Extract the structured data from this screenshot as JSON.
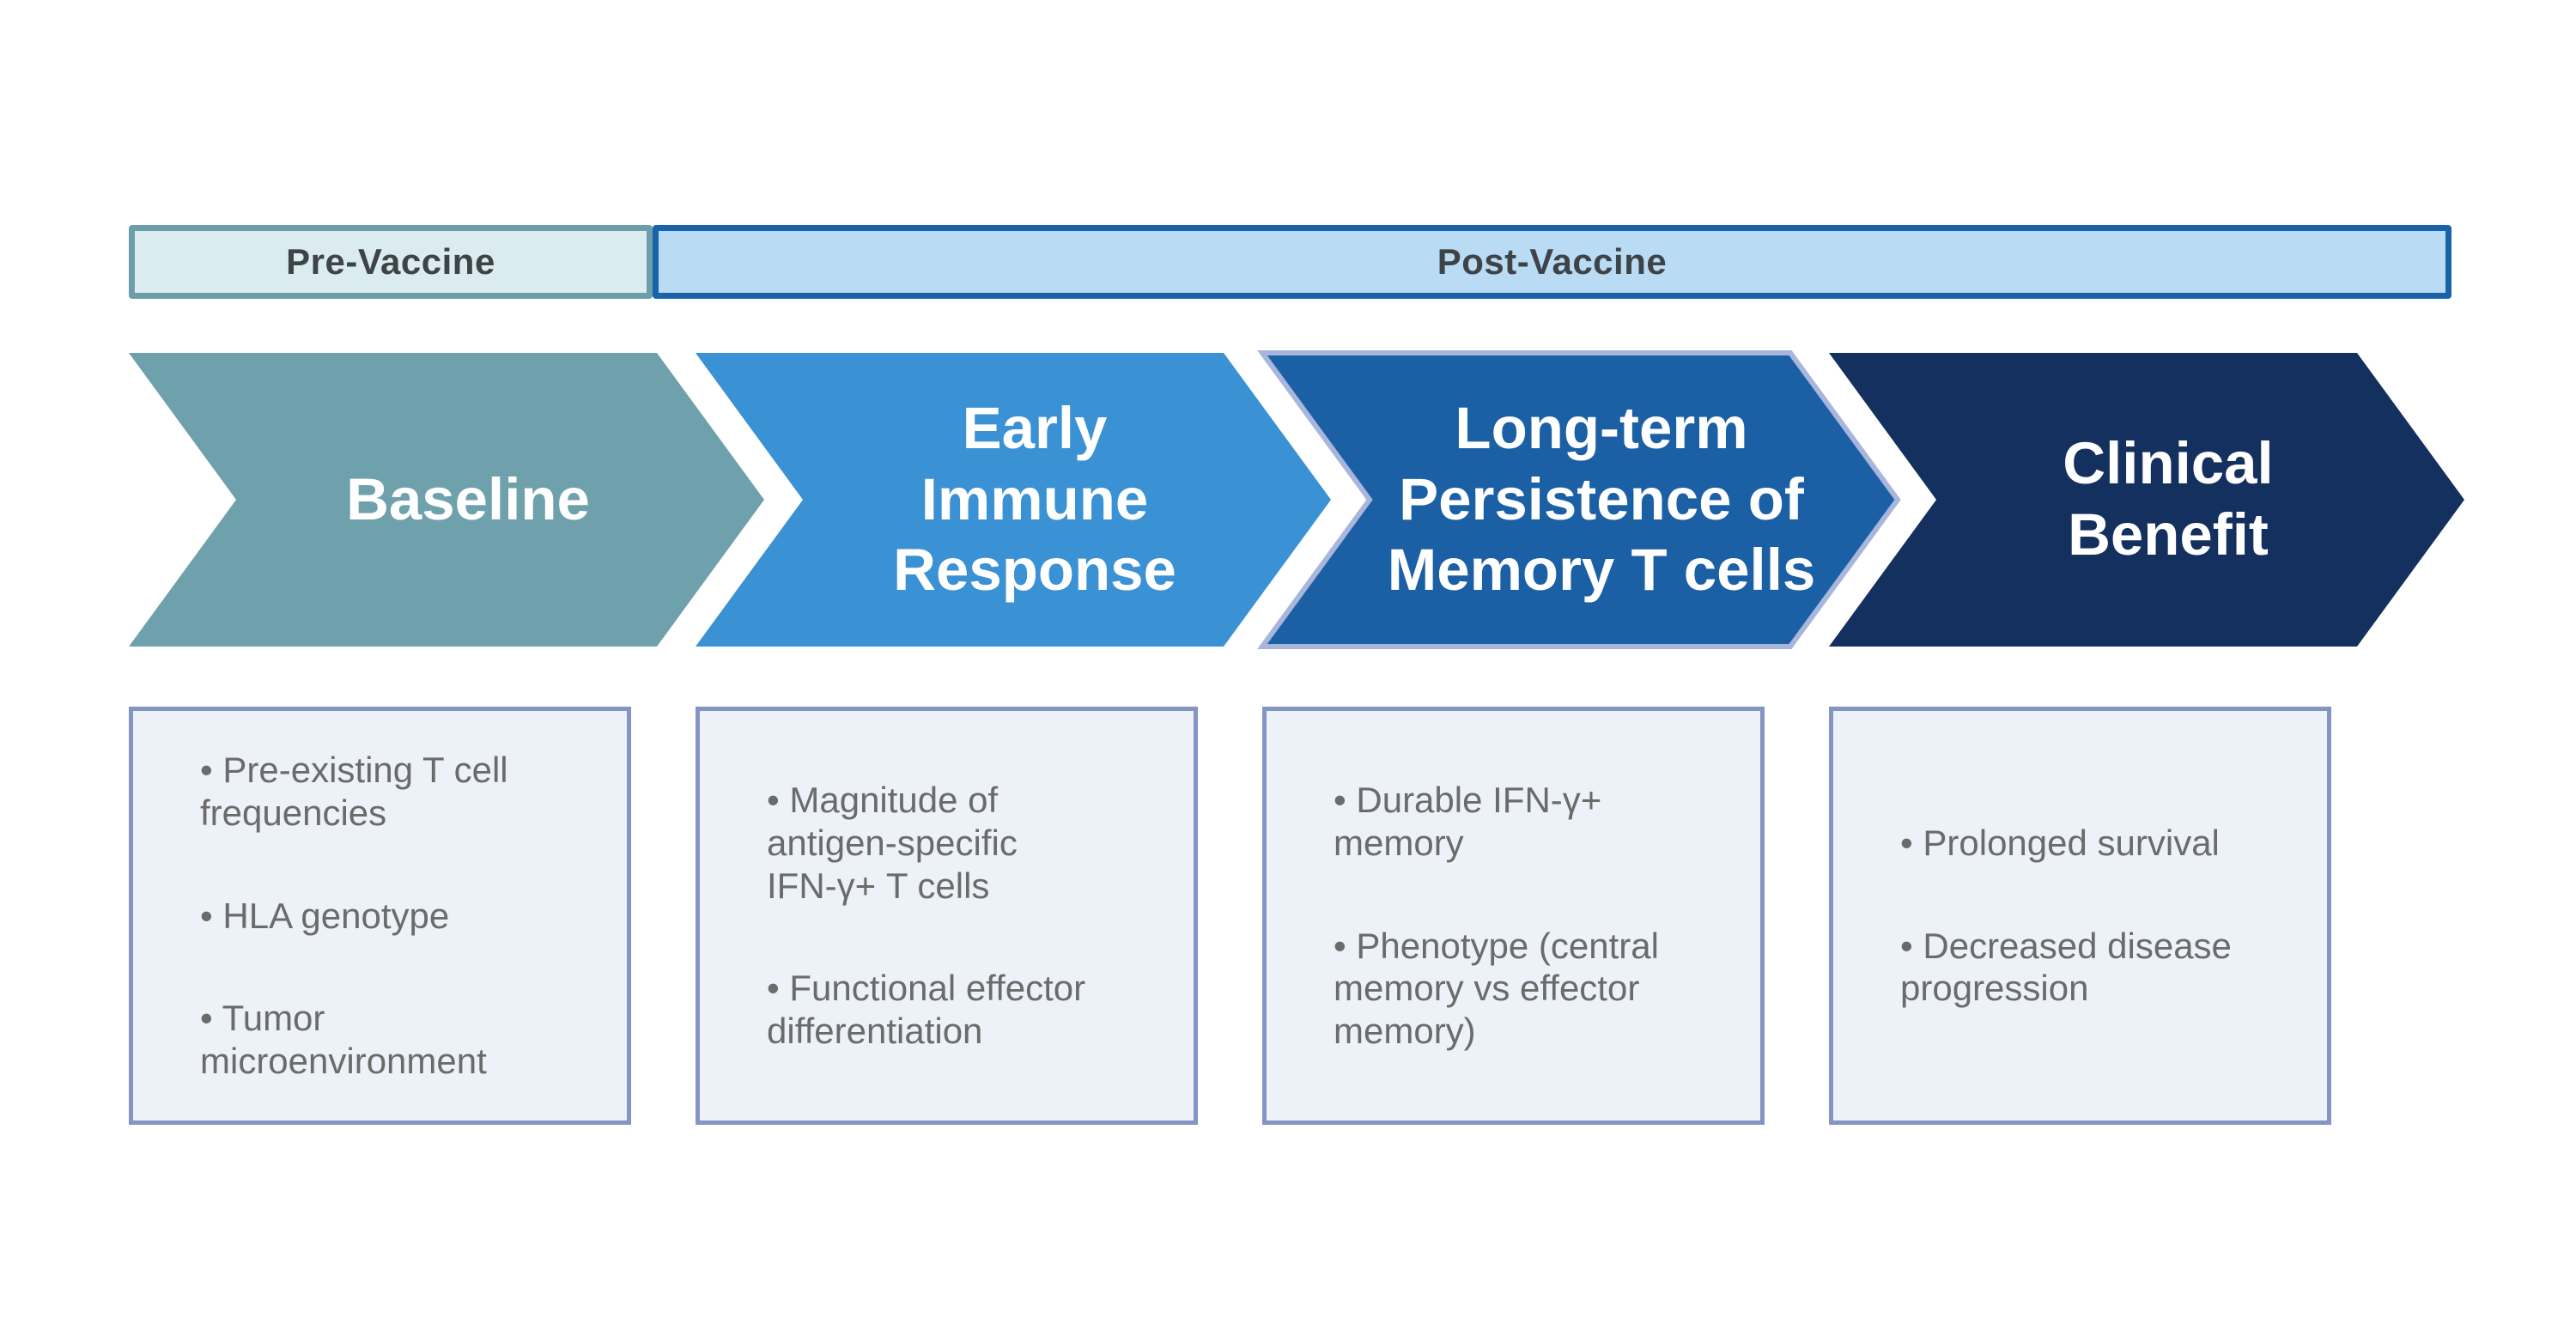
{
  "phases": [
    {
      "label": "Pre-Vaccine",
      "fill": "#dbecf1",
      "border": "#6c9eaa",
      "text_color": "#3e4347"
    },
    {
      "label": "Post-Vaccine",
      "fill": "#b9dbf4",
      "border": "#1a63a9",
      "text_color": "#3e4347"
    }
  ],
  "stages": [
    {
      "label": "Baseline",
      "fill": "#6fa1ad",
      "outline": "none",
      "text_color": "#ffffff"
    },
    {
      "label": "Early\nImmune\nResponse",
      "fill": "#3a91d4",
      "outline": "none",
      "text_color": "#ffffff"
    },
    {
      "label": "Long-term\nPersistence of\nMemory T cells",
      "fill": "#1b5fa5",
      "outline": "#a9b6dc",
      "text_color": "#ffffff"
    },
    {
      "label": "Clinical\nBenefit",
      "fill": "#14305f",
      "outline": "none",
      "text_color": "#ffffff"
    }
  ],
  "boxes": [
    {
      "bullets": [
        "Pre-existing T cell\nfrequencies",
        "HLA genotype",
        "Tumor\nmicroenvironment"
      ]
    },
    {
      "bullets": [
        "Magnitude of\nantigen-specific\nIFN-γ+ T cells",
        "Functional effector\ndifferentiation"
      ]
    },
    {
      "bullets": [
        "Durable IFN-γ+\nmemory",
        "Phenotype (central\nmemory vs effector\nmemory)"
      ]
    },
    {
      "bullets": [
        "Prolonged survival",
        "Decreased disease\nprogression"
      ]
    }
  ],
  "box_style": {
    "fill": "#edf1f8",
    "border": "#8494c3",
    "text_color": "#6b6b6b",
    "bullet_char": "•"
  }
}
